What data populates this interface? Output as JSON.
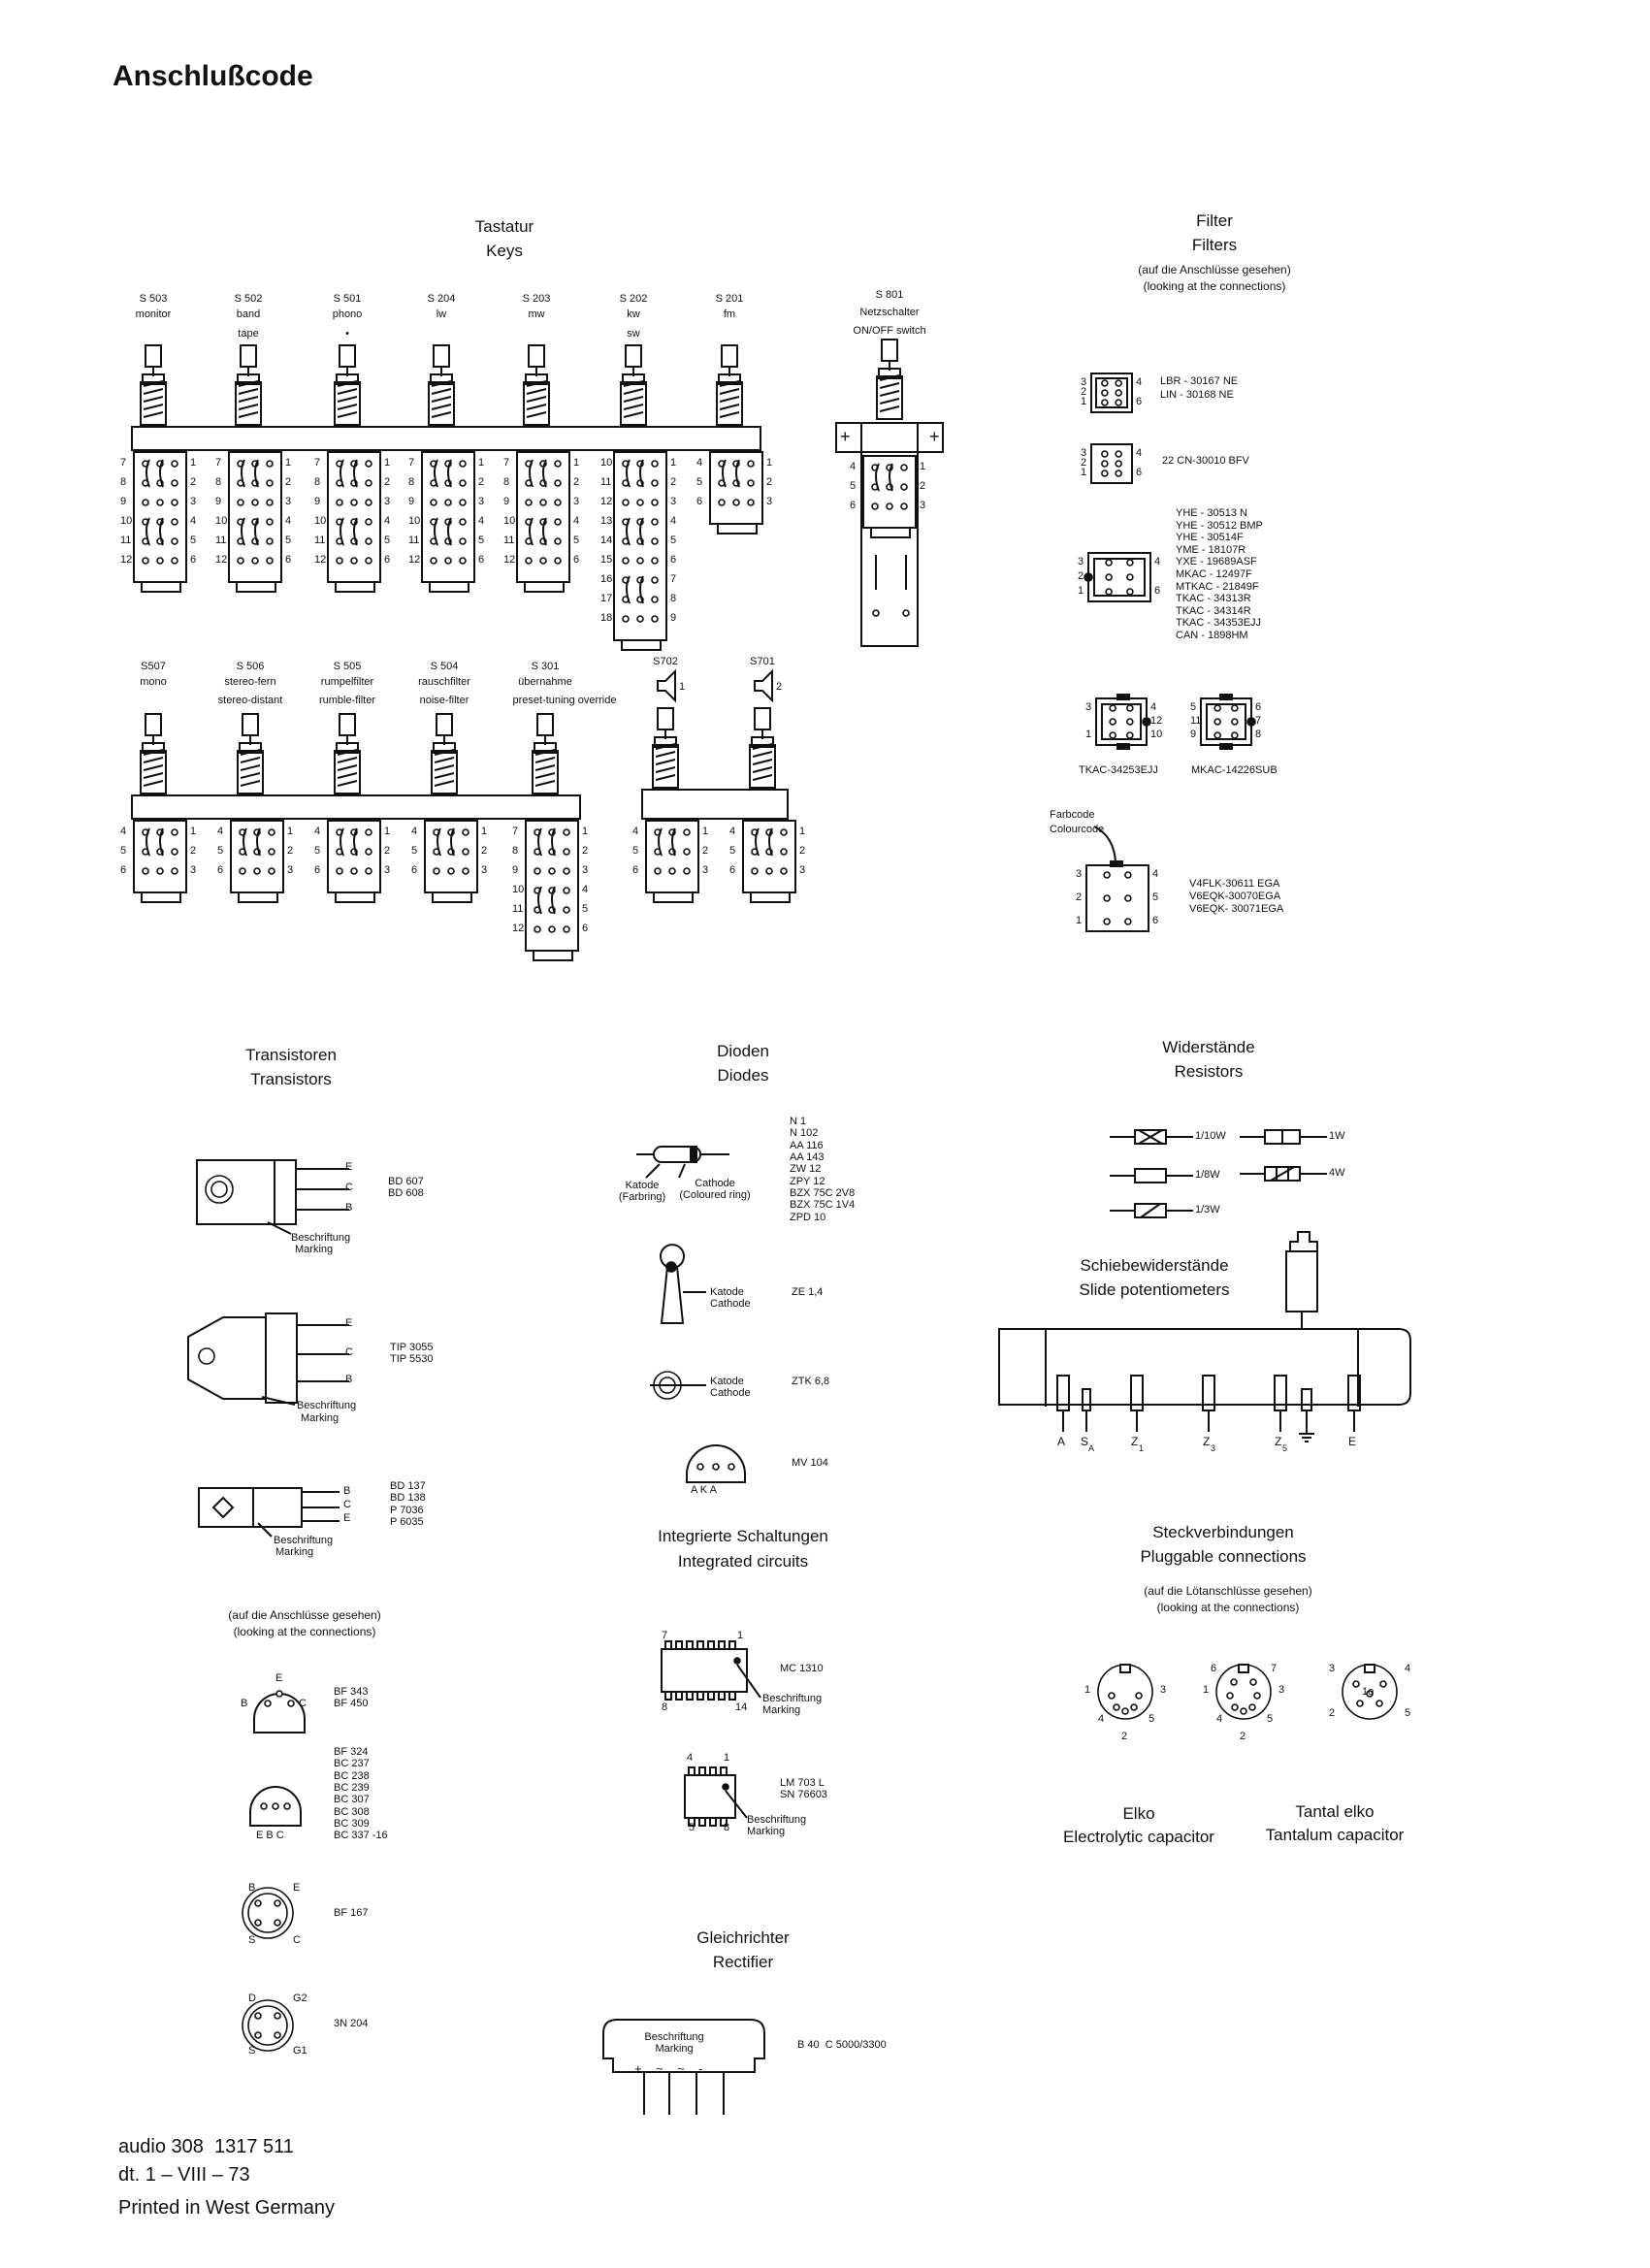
{
  "title": "Anschlußcode",
  "keys": {
    "heading": "Tastatur",
    "heading_en": "Keys",
    "row1": [
      {
        "id": "S 503",
        "l1": "monitor",
        "l2": ""
      },
      {
        "id": "S 502",
        "l1": "band",
        "l2": "tape"
      },
      {
        "id": "S 501",
        "l1": "phono",
        "l2": "•"
      },
      {
        "id": "S 204",
        "l1": "lw",
        "l2": ""
      },
      {
        "id": "S 203",
        "l1": "mw",
        "l2": ""
      },
      {
        "id": "S 202",
        "l1": "kw",
        "l2": "sw"
      },
      {
        "id": "S 201",
        "l1": "fm",
        "l2": ""
      }
    ],
    "power": {
      "id": "S 801",
      "l1": "Netzschalter",
      "l2": "ON/OFF switch"
    },
    "row2": [
      {
        "id": "S507",
        "l1": "mono",
        "l2": ""
      },
      {
        "id": "S 506",
        "l1": "stereo-fern",
        "l2": "stereo-distant"
      },
      {
        "id": "S 505",
        "l1": "rumpelfilter",
        "l2": "rumble-filter"
      },
      {
        "id": "S 504",
        "l1": "rauschfilter",
        "l2": "noise-filter"
      },
      {
        "id": "S 301",
        "l1": "übernahme",
        "l2": "preset-tuning override"
      }
    ],
    "speakers": [
      {
        "id": "S702",
        "n": "1"
      },
      {
        "id": "S701",
        "n": "2"
      }
    ]
  },
  "filters": {
    "heading": "Filter",
    "heading_en": "Filters",
    "note": "(auf die Anschlüsse gesehen)",
    "note_en": "(looking at the connections)",
    "groups": [
      {
        "parts": [
          "LBR - 30167 NE",
          "LIN - 30168 NE"
        ]
      },
      {
        "parts": [
          "22 CN-30010 BFV"
        ]
      },
      {
        "parts": [
          "YHE - 30513 N",
          "YHE - 30512 BMP",
          "YHE - 30514F",
          "YME - 18107R",
          "YXE - 19689ASF",
          "MKAC - 12497F",
          "MTKAC - 21849F",
          "TKAC - 34313R",
          "TKAC - 34314R",
          "TKAC - 34353EJJ",
          "CAN - 1898HM"
        ]
      },
      {
        "parts": [
          "TKAC-34253EJJ",
          "MKAC-14226SUB"
        ]
      },
      {
        "parts": [
          "V4FLK-30611 EGA",
          "V6EQK-30070EGA",
          "V6EQK- 30071EGA"
        ]
      }
    ],
    "colour_note": "Farbcode",
    "colour_note_en": "Colourcode"
  },
  "transistors": {
    "heading": "Transistoren",
    "heading_en": "Transistors",
    "marking": "Beschriftung",
    "marking_en": "Marking",
    "types": [
      "BD 607\nBD 608",
      "TIP 3055\nTIP 5530",
      "BD 137\nBD 138\nP 7036\nP 6035",
      "BF 343\nBF 450",
      "BF 324\nBC 237\nBC 238\nBC 239\nBC 307\nBC 308\nBC 309\nBC 337 -16",
      "BF 167",
      "3N 204"
    ],
    "note": "(auf die Anschlüsse gesehen)",
    "note_en": "(looking at the connections)"
  },
  "diodes": {
    "heading": "Dioden",
    "heading_en": "Diodes",
    "list": "N 1\nN 102\nAA 116\nAA 143\nZW 12\nZPY 12\nBZX 75C 2V8\nBZX 75C 1V4\nZPD 10",
    "katode": "Katode\n(Farbring)",
    "cathode": "Cathode\n(Coloured ring)",
    "katode_cathode": "Katode\nCathode",
    "ze": "ZE 1,4",
    "ztk": "ZTK 6,8",
    "mv": "MV 104",
    "aka": "A K A"
  },
  "ics": {
    "heading": "Integrierte Schaltungen",
    "heading_en": "Integrated circuits",
    "ic1": "MC 1310",
    "ic2": "LM 703 L\nSN 76603",
    "marking": "Beschriftung\nMarking"
  },
  "rectifier": {
    "heading": "Gleichrichter",
    "heading_en": "Rectifier",
    "type": "B 40  C 5000/3300",
    "marking": "Beschriftung\nMarking"
  },
  "resistors": {
    "heading": "Widerstände",
    "heading_en": "Resistors",
    "ratings": [
      "1/10W",
      "1/8W",
      "1/3W",
      "1W",
      "4W"
    ]
  },
  "slide_pots": {
    "heading": "Schiebewiderstände",
    "heading_en": "Slide potentiometers",
    "pins": [
      "A",
      "S",
      "Z",
      "Z",
      "Z",
      "E"
    ]
  },
  "connectors": {
    "heading": "Steckverbindungen",
    "heading_en": "Pluggable connections",
    "note": "(auf die Lötanschlüsse gesehen)",
    "note_en": "(looking at the connections)",
    "elko": "Elko",
    "elko_en": "Electrolytic capacitor",
    "tantal": "Tantal elko",
    "tantal_en": "Tantalum capacitor"
  },
  "footer": [
    "audio 308  1317 511",
    "dt. 1 – VIII – 73",
    "Printed in West Germany"
  ]
}
